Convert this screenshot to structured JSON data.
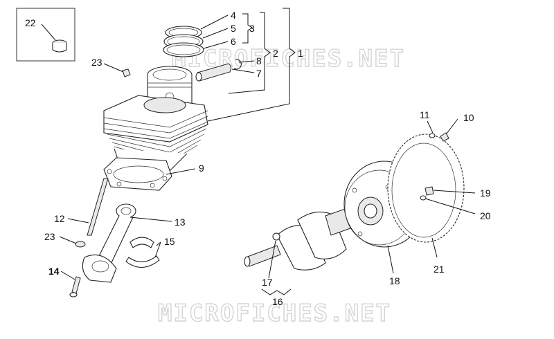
{
  "watermark": {
    "top": "MICROFICHES.NET",
    "bottom": "MICROFICHES.NET"
  },
  "callouts": {
    "c1": "1",
    "c2": "2",
    "c3": "3",
    "c4": "4",
    "c5": "5",
    "c6": "6",
    "c7": "7",
    "c8": "8",
    "c9": "9",
    "c10": "10",
    "c11": "11",
    "c12": "12",
    "c13": "13",
    "c14": "14",
    "c15": "15",
    "c16": "16",
    "c17": "17",
    "c18": "18",
    "c19": "19",
    "c20": "20",
    "c21": "21",
    "c22": "22",
    "c23a": "23",
    "c23b": "23"
  }
}
